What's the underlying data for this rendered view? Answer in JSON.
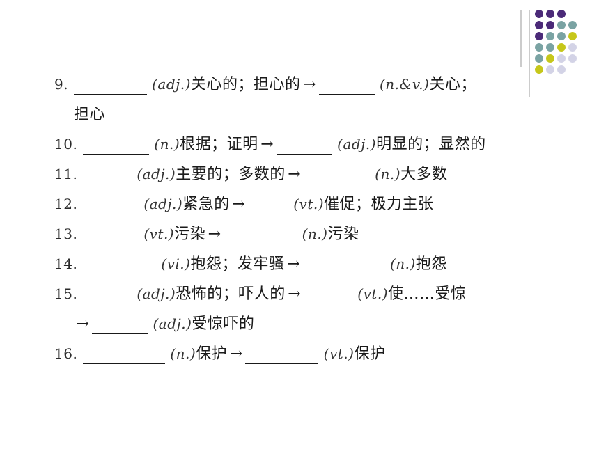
{
  "colors": {
    "purple": "#4b2a78",
    "teal": "#7aa3a3",
    "olive": "#c6c71a",
    "lavender": "#d3d3e6",
    "text": "#1a1a1a"
  },
  "items": [
    {
      "num": "9.",
      "pos1": "(adj.)",
      "gloss1": "关心的；担心的",
      "pos2": "(n.&v.)",
      "gloss2": "关心；"
    },
    {
      "cont": "担心"
    },
    {
      "num": "10.",
      "pos1": "(n.)",
      "gloss1": "根据；证明",
      "pos2": "(adj.)",
      "gloss2": "明显的；显然的"
    },
    {
      "num": "11.",
      "pos1": "(adj.)",
      "gloss1": "主要的；多数的",
      "pos2": "(n.)",
      "gloss2": "大多数"
    },
    {
      "num": "12.",
      "pos1": "(adj.)",
      "gloss1": "紧急的",
      "pos2": "(vt.)",
      "gloss2": "催促；极力主张"
    },
    {
      "num": "13.",
      "pos1": "(vt.)",
      "gloss1": "污染",
      "pos2": "(n.)",
      "gloss2": "污染"
    },
    {
      "num": "14.",
      "pos1": "(vi.)",
      "gloss1": "抱怨；发牢骚",
      "pos2": "(n.)",
      "gloss2": "抱怨"
    },
    {
      "num": "15.",
      "pos1": "(adj.)",
      "gloss1": "恐怖的；吓人的",
      "pos2": "(vt.)",
      "gloss2": "使……受惊"
    },
    {
      "pos3": "(adj.)",
      "gloss3": "受惊吓的"
    },
    {
      "num": "16.",
      "pos1": "(n.)",
      "gloss1": "保护",
      "pos2": "(vt.)",
      "gloss2": "保护"
    }
  ]
}
